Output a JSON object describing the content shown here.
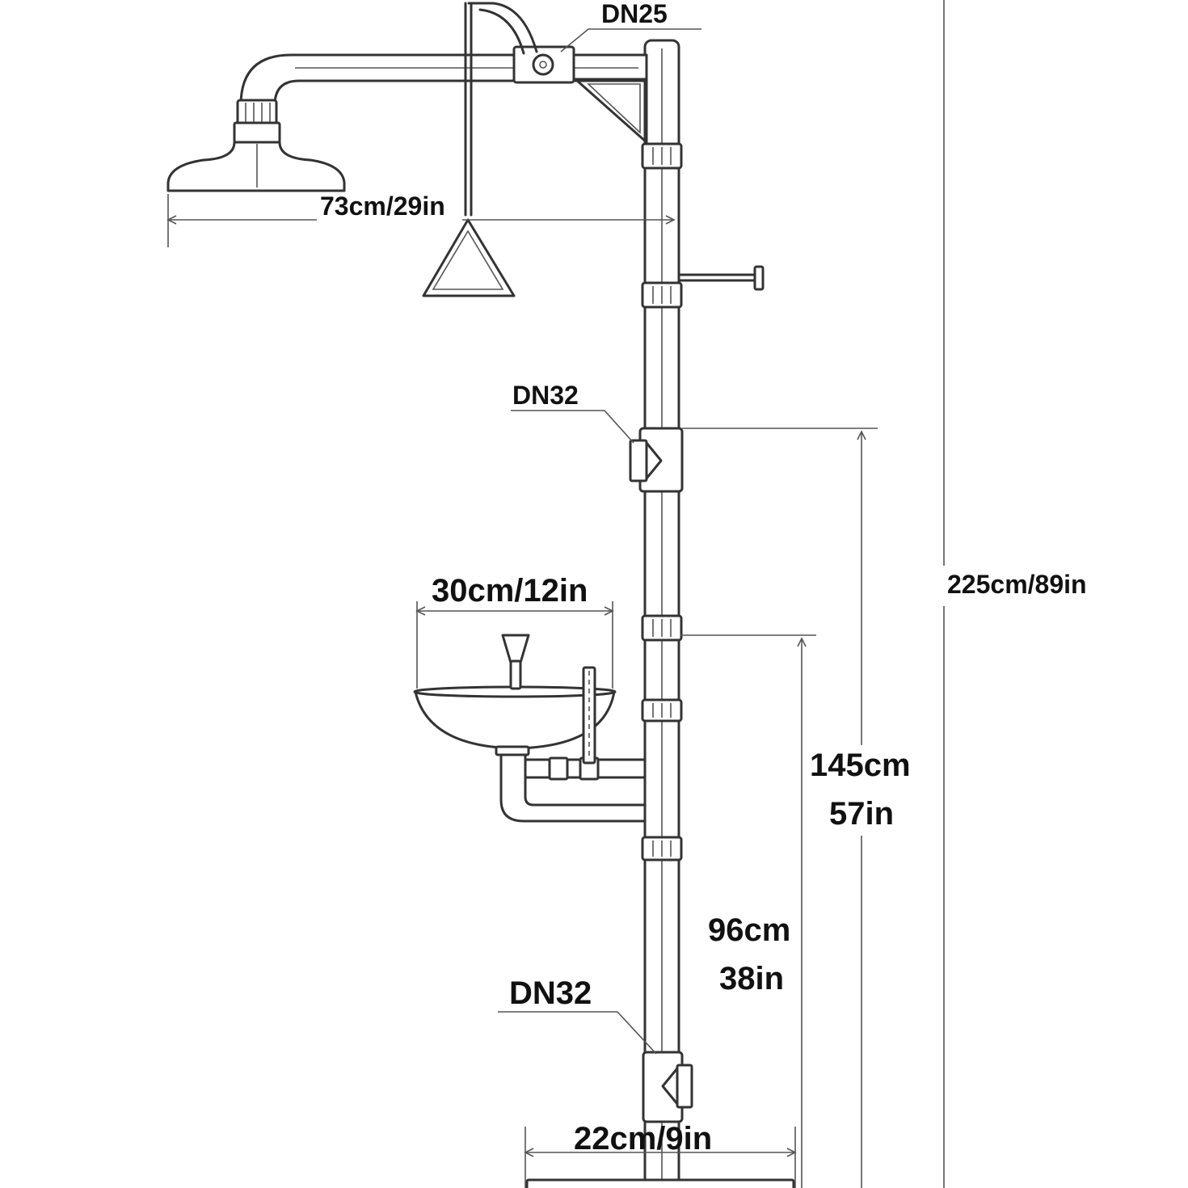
{
  "labels": {
    "dn_top": "DN25",
    "dn_middle": "DN32",
    "dn_bottom": "DN32",
    "shower_reach": "73cm/29in",
    "bowl_width": "30cm/12in",
    "total_height": "225cm/89in",
    "valve_height_cm": "145cm",
    "valve_height_in": "57in",
    "bowl_height_cm": "96cm",
    "bowl_height_in": "38in",
    "base_width": "22cm/9in"
  },
  "colors": {
    "line": "#333333",
    "dim_line": "#555555",
    "text": "#111111",
    "background": "#ffffff"
  }
}
